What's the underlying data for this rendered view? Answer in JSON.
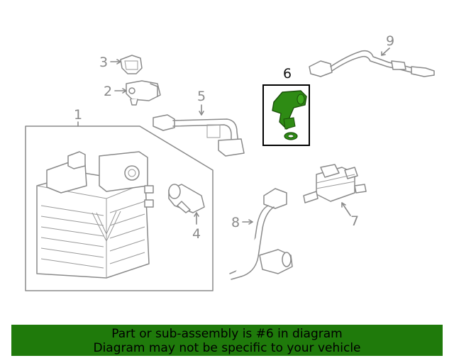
{
  "callouts": {
    "c1": "1",
    "c2": "2",
    "c3": "3",
    "c4": "4",
    "c5": "5",
    "c6": "6",
    "c7": "7",
    "c8": "8",
    "c9": "9"
  },
  "highlight": {
    "part_number": "6",
    "color": "#2e8b14",
    "box_color": "#000000"
  },
  "colors": {
    "line_art": "#8a8a8a",
    "banner_bg": "#1f7a0b",
    "banner_text": "#000000"
  },
  "banner": {
    "line1": "Part or sub-assembly is #6 in diagram",
    "line2": "Diagram may not be specific to your vehicle"
  }
}
